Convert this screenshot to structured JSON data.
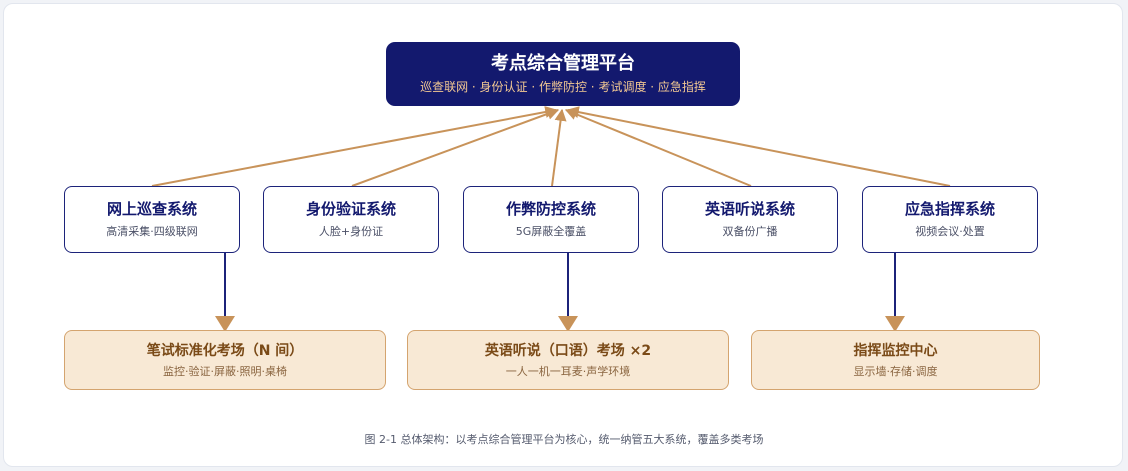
{
  "platform": {
    "title": "考点综合管理平台",
    "subtitle": "巡查联网 · 身份认证 · 作弊防控 · 考试调度 · 应急指挥"
  },
  "systems": [
    {
      "title": "网上巡查系统",
      "desc": "高清采集·四级联网"
    },
    {
      "title": "身份验证系统",
      "desc": "人脸+身份证"
    },
    {
      "title": "作弊防控系统",
      "desc": "5G屏蔽全覆盖"
    },
    {
      "title": "英语听说系统",
      "desc": "双备份广播"
    },
    {
      "title": "应急指挥系统",
      "desc": "视频会议·处置"
    }
  ],
  "rooms": [
    {
      "title": "笔试标准化考场（N 间）",
      "desc": "监控·验证·屏蔽·照明·桌椅"
    },
    {
      "title": "英语听说（口语）考场 ×2",
      "desc": "一人一机一耳麦·声学环境"
    },
    {
      "title": "指挥监控中心",
      "desc": "显示墙·存储·调度"
    }
  ],
  "caption": "图 2-1   总体架构：以考点综合管理平台为核心，统一纳管五大系统，覆盖多类考场",
  "colors": {
    "platform": "#13196e",
    "system_border": "#1c237a",
    "room_fill": "#f8e9d5",
    "room_border": "#d4a46f",
    "connector_tan": "#c8935a",
    "connector_navy": "#1c237a"
  }
}
